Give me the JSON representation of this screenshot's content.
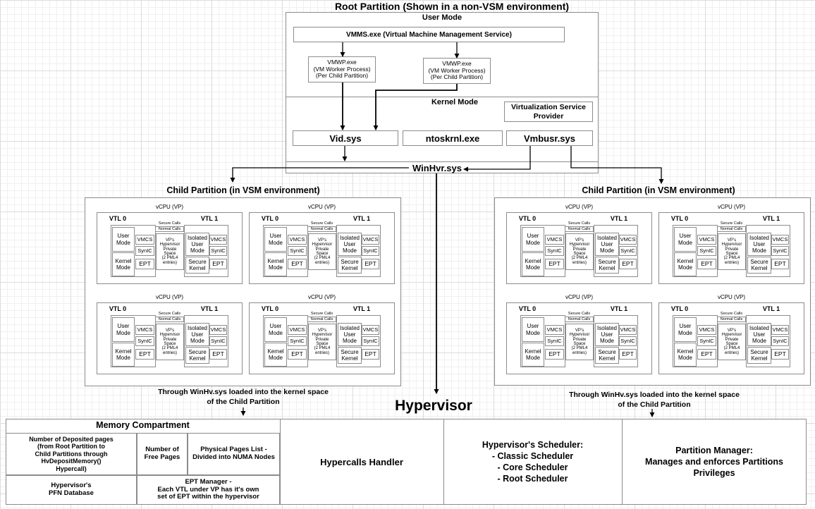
{
  "root": {
    "title": "Root Partition (Shown in a non-VSM environment)",
    "user_mode": "User Mode",
    "vmms": "VMMS.exe (Virtual Machine Management Service)",
    "vmwp": [
      "VMWP.exe",
      "(VM Worker Process)",
      "(Per Child Partition)"
    ],
    "kernel_mode": "Kernel Mode",
    "vsp": [
      "Virtualization Service",
      "Provider"
    ],
    "vid": "Vid.sys",
    "ntoskrnl": "ntoskrnl.exe",
    "vmbusr": "Vmbusr.sys",
    "winhvr": "WinHvr.sys"
  },
  "child": {
    "title": "Child Partition (in VSM environment)",
    "vcpu": "vCPU (VP)",
    "vtl0": "VTL 0",
    "vtl1": "VTL 1",
    "user_mode": [
      "User",
      "Mode"
    ],
    "kernel_mode": [
      "Kernel",
      "Mode"
    ],
    "vmcs": "VMCS",
    "synic": "SynIC",
    "ept": "EPT",
    "secure_calls": "Secure Calls",
    "normal_calls": "Normal Calls",
    "vp_private": [
      "VP's",
      "Hypervisor",
      "Private",
      "Space",
      "(2 PML4",
      "entries)"
    ],
    "isolated_user_mode": [
      "Isolated",
      "User",
      "Mode"
    ],
    "secure_kernel": [
      "Secure",
      "Kernel"
    ],
    "note": [
      "Through WinHv.sys loaded into the kernel space",
      "of the Child Partition"
    ]
  },
  "hypervisor": {
    "title": "Hypervisor",
    "memory_compartment": "Memory Compartment",
    "deposited_pages": [
      "Number of Deposited pages",
      "(from Root Partition to",
      "Child Partitions through",
      "HvDepositMemory()",
      "Hypercall)"
    ],
    "free_pages": [
      "Number of",
      "Free Pages"
    ],
    "physical_pages": [
      "Physical Pages List -",
      "Divided into NUMA Nodes"
    ],
    "pfn_database": [
      "Hypervisor's",
      "PFN Database"
    ],
    "ept_manager": [
      "EPT Manager -",
      "Each VTL under VP has it's own",
      "set of EPT within the hypervisor"
    ],
    "hypercalls": "Hypercalls Handler",
    "scheduler": [
      "Hypervisor's Scheduler:",
      "- Classic Scheduler",
      "- Core Scheduler",
      "- Root Scheduler"
    ],
    "partition_manager": [
      "Partition Manager:",
      "Manages and enforces Partitions",
      "Privileges"
    ]
  }
}
